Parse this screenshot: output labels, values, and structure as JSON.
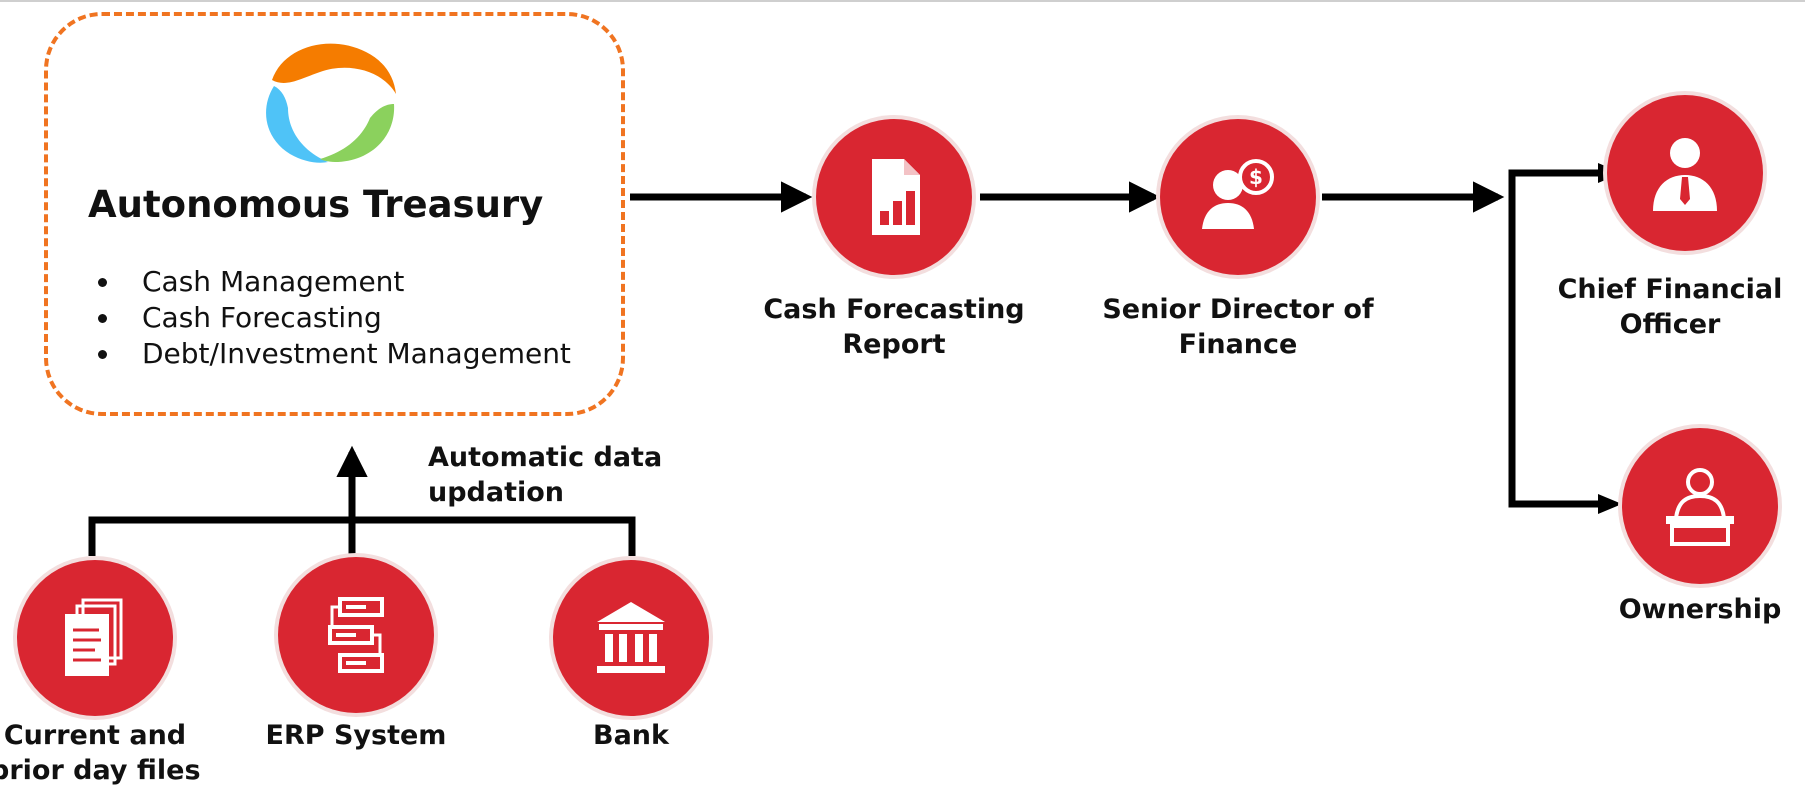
{
  "treasury": {
    "title": "Autonomous Treasury",
    "bullets": [
      "Cash Management",
      "Cash Forecasting",
      "Debt/Investment Management"
    ]
  },
  "update_label": [
    "Automatic data",
    "updation"
  ],
  "nodes": {
    "report": [
      "Cash Forecasting",
      "Report"
    ],
    "director": [
      "Senior Director of",
      "Finance"
    ],
    "cfo": [
      "Chief Financial",
      "Officer"
    ],
    "ownership": [
      "Ownership"
    ],
    "files": [
      "Current and",
      "prior day files"
    ],
    "erp": [
      "ERP System"
    ],
    "bank": [
      "Bank"
    ]
  },
  "colors": {
    "accent_red": "#D92631",
    "dash_orange": "#F07421",
    "logo_orange": "#F57C00",
    "logo_blue": "#4FC3F7",
    "logo_green": "#8BD15D"
  },
  "icons": {
    "report": "report-chart-icon",
    "director": "finance-person-icon",
    "cfo": "executive-icon",
    "ownership": "owner-podium-icon",
    "files": "documents-icon",
    "erp": "servers-icon",
    "bank": "bank-icon"
  }
}
